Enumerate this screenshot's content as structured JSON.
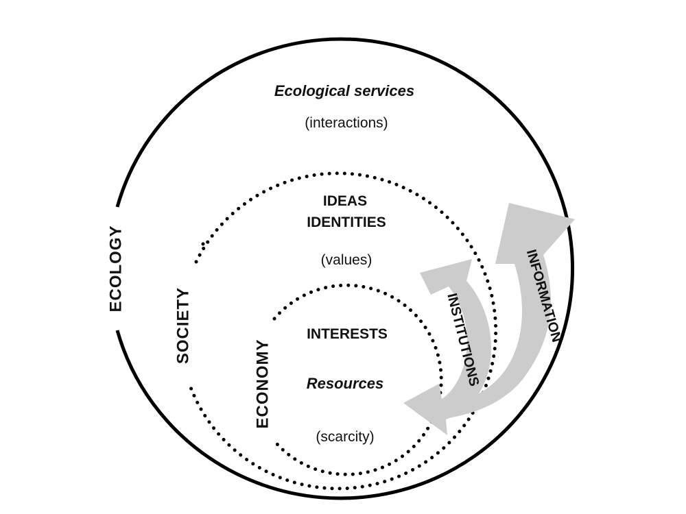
{
  "labels": {
    "ecological_services": "Ecological services",
    "interactions": "(interactions)",
    "ideas": "IDEAS",
    "identities": "IDENTITIES",
    "values": "(values)",
    "interests": "INTERESTS",
    "resources": "Resources",
    "scarcity": "(scarcity)",
    "ecology": "ECOLOGY",
    "society": "SOCIETY",
    "economy": "ECONOMY",
    "institutions": "INSTITUTIONS",
    "information": "INFORMATION"
  },
  "colors": {
    "stroke": "#000000",
    "arrow_fill": "#cccccc",
    "text": "#111111",
    "background": "#ffffff"
  }
}
